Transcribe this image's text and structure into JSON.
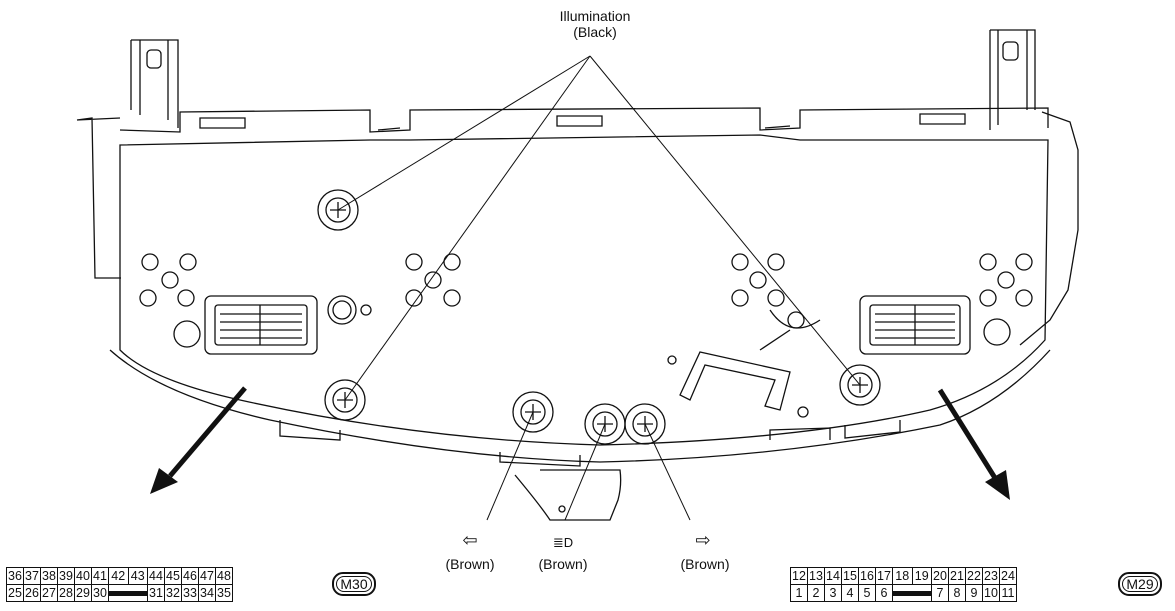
{
  "labels": {
    "illumination_line1": "Illumination",
    "illumination_line2": "(Black)",
    "left_turn": "(Brown)",
    "headlamp": "(Brown)",
    "right_turn": "(Brown)"
  },
  "symbols": {
    "left_turn": "⇦",
    "headlamp": "≣D",
    "right_turn": "⇨"
  },
  "connectors": {
    "m30": {
      "id": "M30",
      "top_row": [
        "36",
        "37",
        "38",
        "39",
        "40",
        "41",
        "42",
        "43",
        "44",
        "45",
        "46",
        "47",
        "48"
      ],
      "bottom_row_left": [
        "25",
        "26",
        "27",
        "28",
        "29",
        "30"
      ],
      "bottom_row_right": [
        "31",
        "32",
        "33",
        "34",
        "35"
      ]
    },
    "m29": {
      "id": "M29",
      "top_row": [
        "12",
        "13",
        "14",
        "15",
        "16",
        "17",
        "18",
        "19",
        "20",
        "21",
        "22",
        "23",
        "24"
      ],
      "bottom_row_left": [
        "1",
        "2",
        "3",
        "4",
        "5",
        "6"
      ],
      "bottom_row_right": [
        "7",
        "8",
        "9",
        "10",
        "11"
      ]
    }
  }
}
